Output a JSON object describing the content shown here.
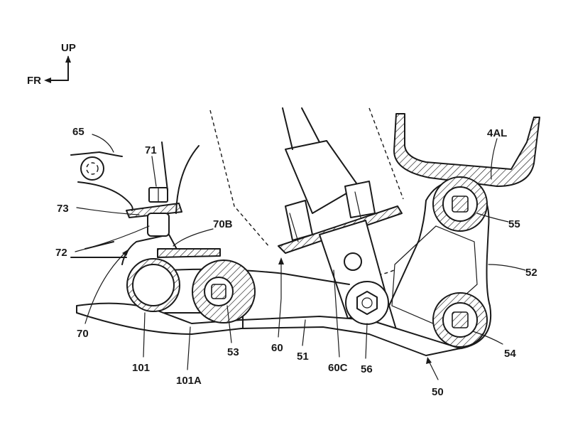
{
  "orientation": {
    "up": "UP",
    "front": "FR"
  },
  "labels": {
    "l65": "65",
    "l71": "71",
    "l73": "73",
    "l72": "72",
    "l70B": "70B",
    "l70": "70",
    "l101": "101",
    "l101A": "101A",
    "l53": "53",
    "l60": "60",
    "l51": "51",
    "l60C": "60C",
    "l56": "56",
    "l50": "50",
    "l54": "54",
    "l52": "52",
    "l55": "55",
    "l4AL": "4AL"
  }
}
